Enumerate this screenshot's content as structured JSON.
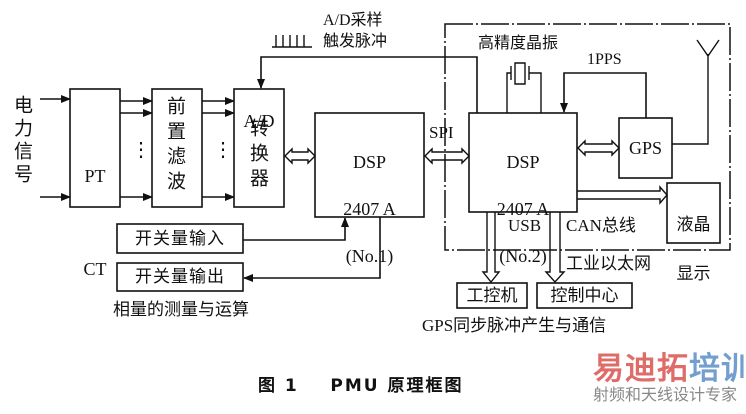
{
  "figure": {
    "caption": "图 1    PMU 原理框图"
  },
  "input_label": "电力信号",
  "blocks": {
    "pt_ct": {
      "line1": "PT",
      "line2": "CT"
    },
    "prefilter": {
      "label": "前置滤波"
    },
    "adc": {
      "line1": "A/D",
      "line2": "转换器"
    },
    "dsp1": {
      "line1": "DSP",
      "line2": "2407 A",
      "line3": "(No.1)"
    },
    "dsp2": {
      "line1": "DSP",
      "line2": "2407 A",
      "line3": "(No.2)"
    },
    "gps": {
      "label": "GPS"
    },
    "lcd": {
      "line1": "液晶",
      "line2": "显示"
    },
    "switch_in": {
      "label": "开关量输入"
    },
    "switch_out": {
      "label": "开关量输出"
    },
    "ipc": {
      "label": "工控机"
    },
    "control_center": {
      "label": "控制中心"
    }
  },
  "labels": {
    "sampling_trigger_1": "A/D采样",
    "sampling_trigger_2": "触发脉冲",
    "crystal": "高精度晶振",
    "pps": "1PPS",
    "spi": "SPI",
    "usb": "USB",
    "can": "CAN总线",
    "ethernet": "工业以太网",
    "section_left": "相量的测量与运算",
    "section_right": "GPS同步脉冲产生与通信",
    "ellipsis": "⋮"
  },
  "watermark": {
    "title_red": "易迪拓",
    "title_blue": "培训",
    "subtitle": "射频和天线设计专家",
    "color_red": "#d9534f",
    "color_blue": "#5b8fc7",
    "color_gray": "#888888"
  }
}
